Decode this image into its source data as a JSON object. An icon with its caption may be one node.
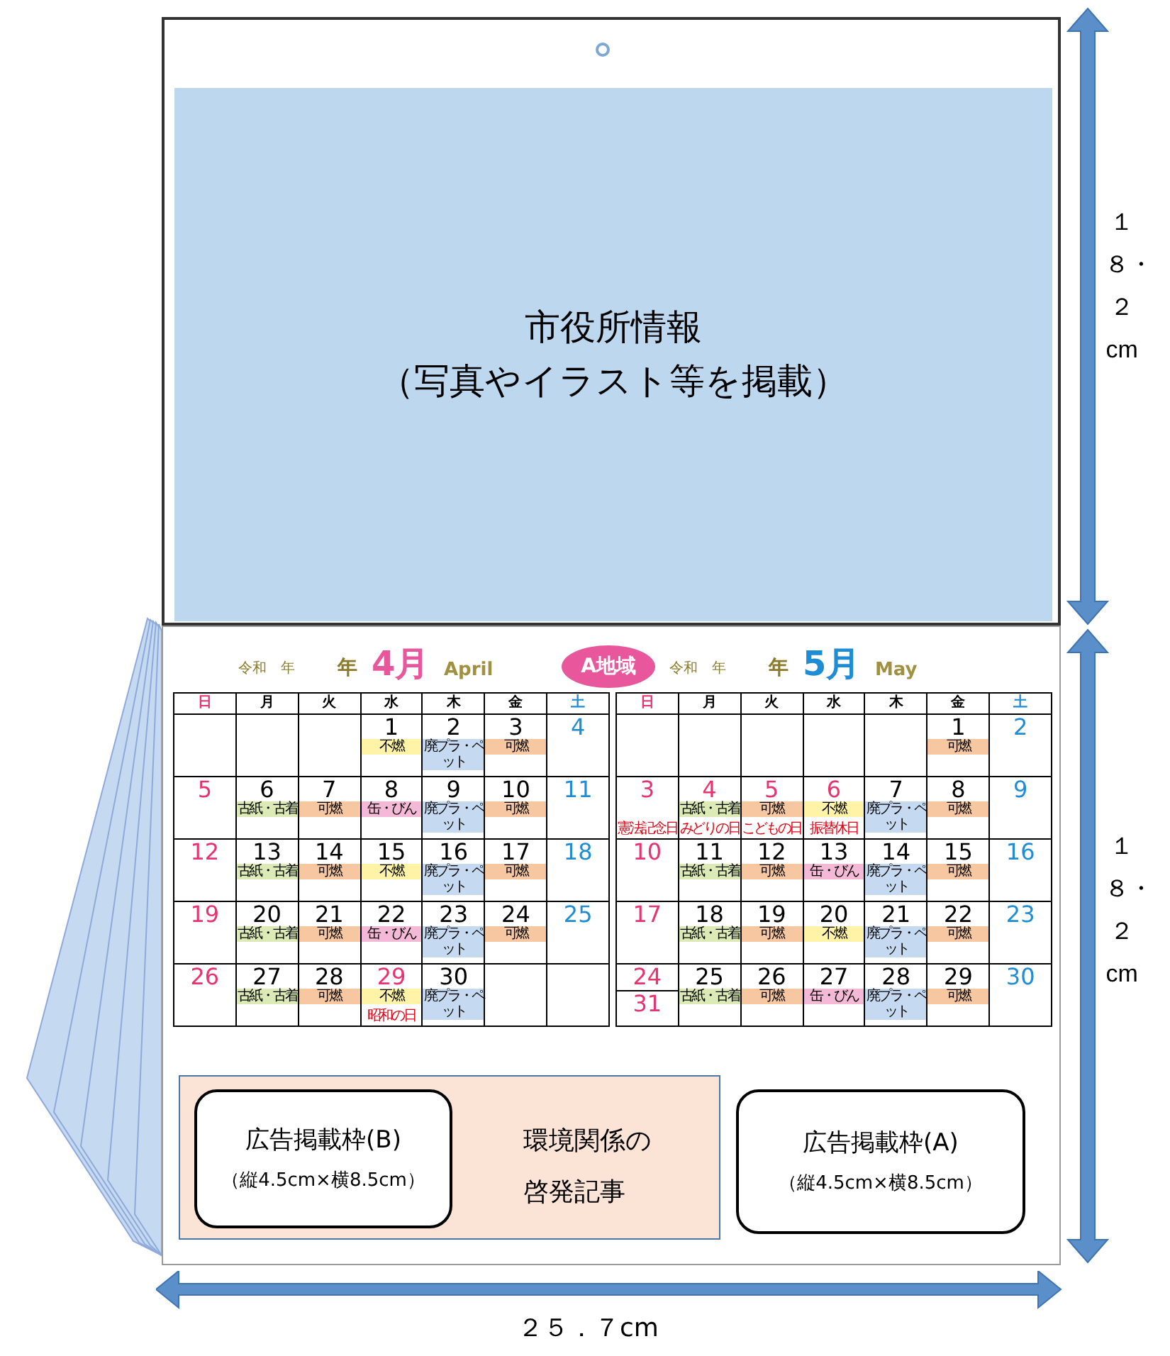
{
  "diagram": {
    "nodes": [
      {
        "text": [
          "市役所情報",
          "（写真やイラスト等を掲載）"
        ]
      },
      {
        "text": [
          "A地域"
        ]
      },
      {
        "text": [
          "環境関係の啓発記事"
        ]
      },
      {
        "text": [
          "広告掲載枠(B)",
          "（縦4.5cm×横8.5cm）"
        ],
        "in": 2
      },
      {
        "text": [
          "広告掲載枠(A)",
          "（縦4.5cm×横8.5cm）"
        ]
      }
    ],
    "labels": [
      "令和　年",
      "年",
      "4月",
      "April",
      "令和　年",
      "年",
      "5月",
      "May",
      "日",
      "月",
      "火",
      "水",
      "木",
      "金",
      "土",
      "1",
      "不燃",
      "2",
      "廃プラ・ペット",
      "3",
      "可燃",
      "4",
      "5",
      "6",
      "古紙・古着",
      "7",
      "可燃",
      "8",
      "缶・びん",
      "9",
      "廃プラ・ペット",
      "10",
      "可燃",
      "11",
      "12",
      "13",
      "古紙・古着",
      "14",
      "可燃",
      "15",
      "不燃",
      "16",
      "廃プラ・ペット",
      "17",
      "可燃",
      "18",
      "19",
      "20",
      "古紙・古着",
      "21",
      "可燃",
      "22",
      "缶・びん",
      "23",
      "廃プラ・ペット",
      "24",
      "可燃",
      "25",
      "26",
      "27",
      "古紙・古着",
      "28",
      "可燃",
      "29",
      "不燃",
      "昭和の日",
      "30",
      "廃プラ・ペット",
      "日",
      "月",
      "火",
      "水",
      "木",
      "金",
      "土",
      "1",
      "可燃",
      "2",
      "3",
      "憲法記念日",
      "4",
      "古紙・古着",
      "みどりの日",
      "5",
      "可燃",
      "こどもの日",
      "6",
      "不燃",
      "振替休日",
      "7",
      "廃プラ・ペット",
      "8",
      "可燃",
      "9",
      "10",
      "11",
      "古紙・古着",
      "12",
      "可燃",
      "13",
      "缶・びん",
      "14",
      "廃プラ・ペット",
      "15",
      "可燃",
      "16",
      "17",
      "18",
      "古紙・古着",
      "19",
      "可燃",
      "20",
      "不燃",
      "21",
      "廃プラ・ペット",
      "22",
      "可燃",
      "23",
      "24",
      "31",
      "25",
      "古紙・古着",
      "26",
      "可燃",
      "27",
      "缶・びん",
      "28",
      "廃プラ・ペット",
      "29",
      "可燃",
      "30",
      "１８・２cm",
      "１８・２cm",
      "２５．７cm"
    ]
  }
}
